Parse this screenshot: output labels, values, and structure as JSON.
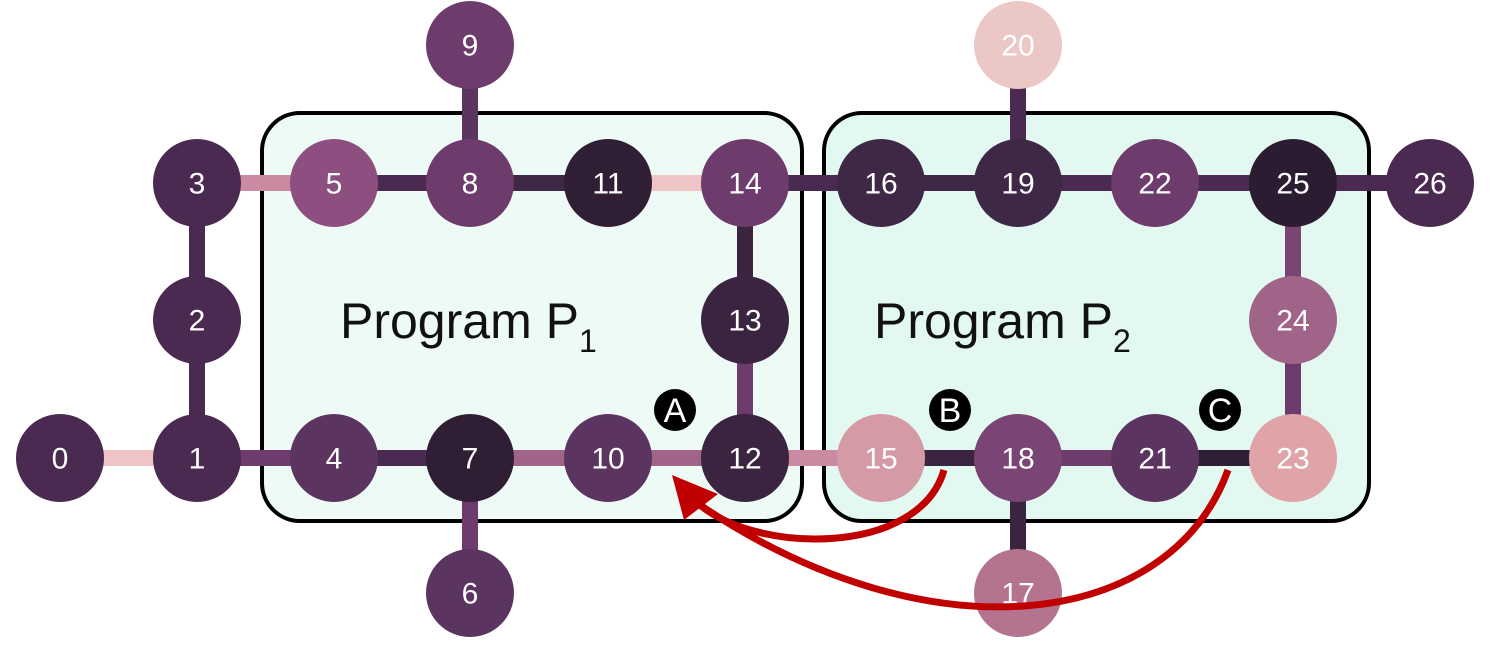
{
  "programs": [
    {
      "id": "P1",
      "text": "Program P",
      "sub": "1",
      "fill": "#eefaf6"
    },
    {
      "id": "P2",
      "text": "Program P",
      "sub": "2",
      "fill": "#e2f8f1"
    }
  ],
  "nodes": [
    {
      "id": "0",
      "color": "#4a2a50"
    },
    {
      "id": "1",
      "color": "#4a2a50"
    },
    {
      "id": "2",
      "color": "#4a2a50"
    },
    {
      "id": "3",
      "color": "#4a2a50"
    },
    {
      "id": "4",
      "color": "#5c3460"
    },
    {
      "id": "5",
      "color": "#8d4f7f"
    },
    {
      "id": "6",
      "color": "#5c3460"
    },
    {
      "id": "7",
      "color": "#301e34"
    },
    {
      "id": "8",
      "color": "#6e3c6c"
    },
    {
      "id": "9",
      "color": "#6e3c6c"
    },
    {
      "id": "10",
      "color": "#5c3460"
    },
    {
      "id": "11",
      "color": "#301e34"
    },
    {
      "id": "12",
      "color": "#3a2440"
    },
    {
      "id": "13",
      "color": "#3a2440"
    },
    {
      "id": "14",
      "color": "#6e3c6c"
    },
    {
      "id": "15",
      "color": "#d49aa6"
    },
    {
      "id": "16",
      "color": "#3e2846"
    },
    {
      "id": "17",
      "color": "#b47490"
    },
    {
      "id": "18",
      "color": "#7a4474"
    },
    {
      "id": "19",
      "color": "#3e2846"
    },
    {
      "id": "20",
      "color": "#ebc7c6"
    },
    {
      "id": "21",
      "color": "#5c3460"
    },
    {
      "id": "22",
      "color": "#6e3c6c"
    },
    {
      "id": "23",
      "color": "#e0a4a8"
    },
    {
      "id": "24",
      "color": "#a06488"
    },
    {
      "id": "25",
      "color": "#2c1c32"
    },
    {
      "id": "26",
      "color": "#4a2a50"
    }
  ],
  "edges": [
    {
      "from": "0",
      "to": "1",
      "color": "#efc4c4"
    },
    {
      "from": "1",
      "to": "2",
      "color": "#4a2a50"
    },
    {
      "from": "2",
      "to": "3",
      "color": "#4a2a50"
    },
    {
      "from": "3",
      "to": "5",
      "color": "#c98aa2"
    },
    {
      "from": "5",
      "to": "8",
      "color": "#4a2a50"
    },
    {
      "from": "8",
      "to": "9",
      "color": "#5c3460"
    },
    {
      "from": "8",
      "to": "11",
      "color": "#3e2846"
    },
    {
      "from": "11",
      "to": "14",
      "color": "#efc4c4"
    },
    {
      "from": "14",
      "to": "16",
      "color": "#4a2a50"
    },
    {
      "from": "14",
      "to": "13",
      "color": "#3a2440"
    },
    {
      "from": "13",
      "to": "12",
      "color": "#6e3c6c"
    },
    {
      "from": "1",
      "to": "4",
      "color": "#6e3c6c"
    },
    {
      "from": "4",
      "to": "7",
      "color": "#4a2a50"
    },
    {
      "from": "7",
      "to": "10",
      "color": "#a06488"
    },
    {
      "from": "7",
      "to": "6",
      "color": "#6e3c6c"
    },
    {
      "from": "10",
      "to": "12",
      "color": "#a06488"
    },
    {
      "from": "12",
      "to": "15",
      "color": "#c98aa2"
    },
    {
      "from": "15",
      "to": "18",
      "color": "#3a2440"
    },
    {
      "from": "18",
      "to": "17",
      "color": "#3a2440"
    },
    {
      "from": "18",
      "to": "21",
      "color": "#6e3c6c"
    },
    {
      "from": "21",
      "to": "23",
      "color": "#301e34"
    },
    {
      "from": "16",
      "to": "19",
      "color": "#3e2846"
    },
    {
      "from": "19",
      "to": "20",
      "color": "#4a2a50"
    },
    {
      "from": "19",
      "to": "22",
      "color": "#4a2a50"
    },
    {
      "from": "22",
      "to": "25",
      "color": "#4a2a50"
    },
    {
      "from": "25",
      "to": "26",
      "color": "#4a2a50"
    },
    {
      "from": "25",
      "to": "24",
      "color": "#7a4474"
    },
    {
      "from": "24",
      "to": "23",
      "color": "#6e3c6c"
    }
  ],
  "markers": [
    {
      "id": "A",
      "label": "A"
    },
    {
      "id": "B",
      "label": "B"
    },
    {
      "id": "C",
      "label": "C"
    }
  ],
  "arrows": [
    {
      "from": "B",
      "to": "A",
      "color": "#c00000"
    },
    {
      "from": "C",
      "to": "A",
      "color": "#c00000"
    }
  ]
}
